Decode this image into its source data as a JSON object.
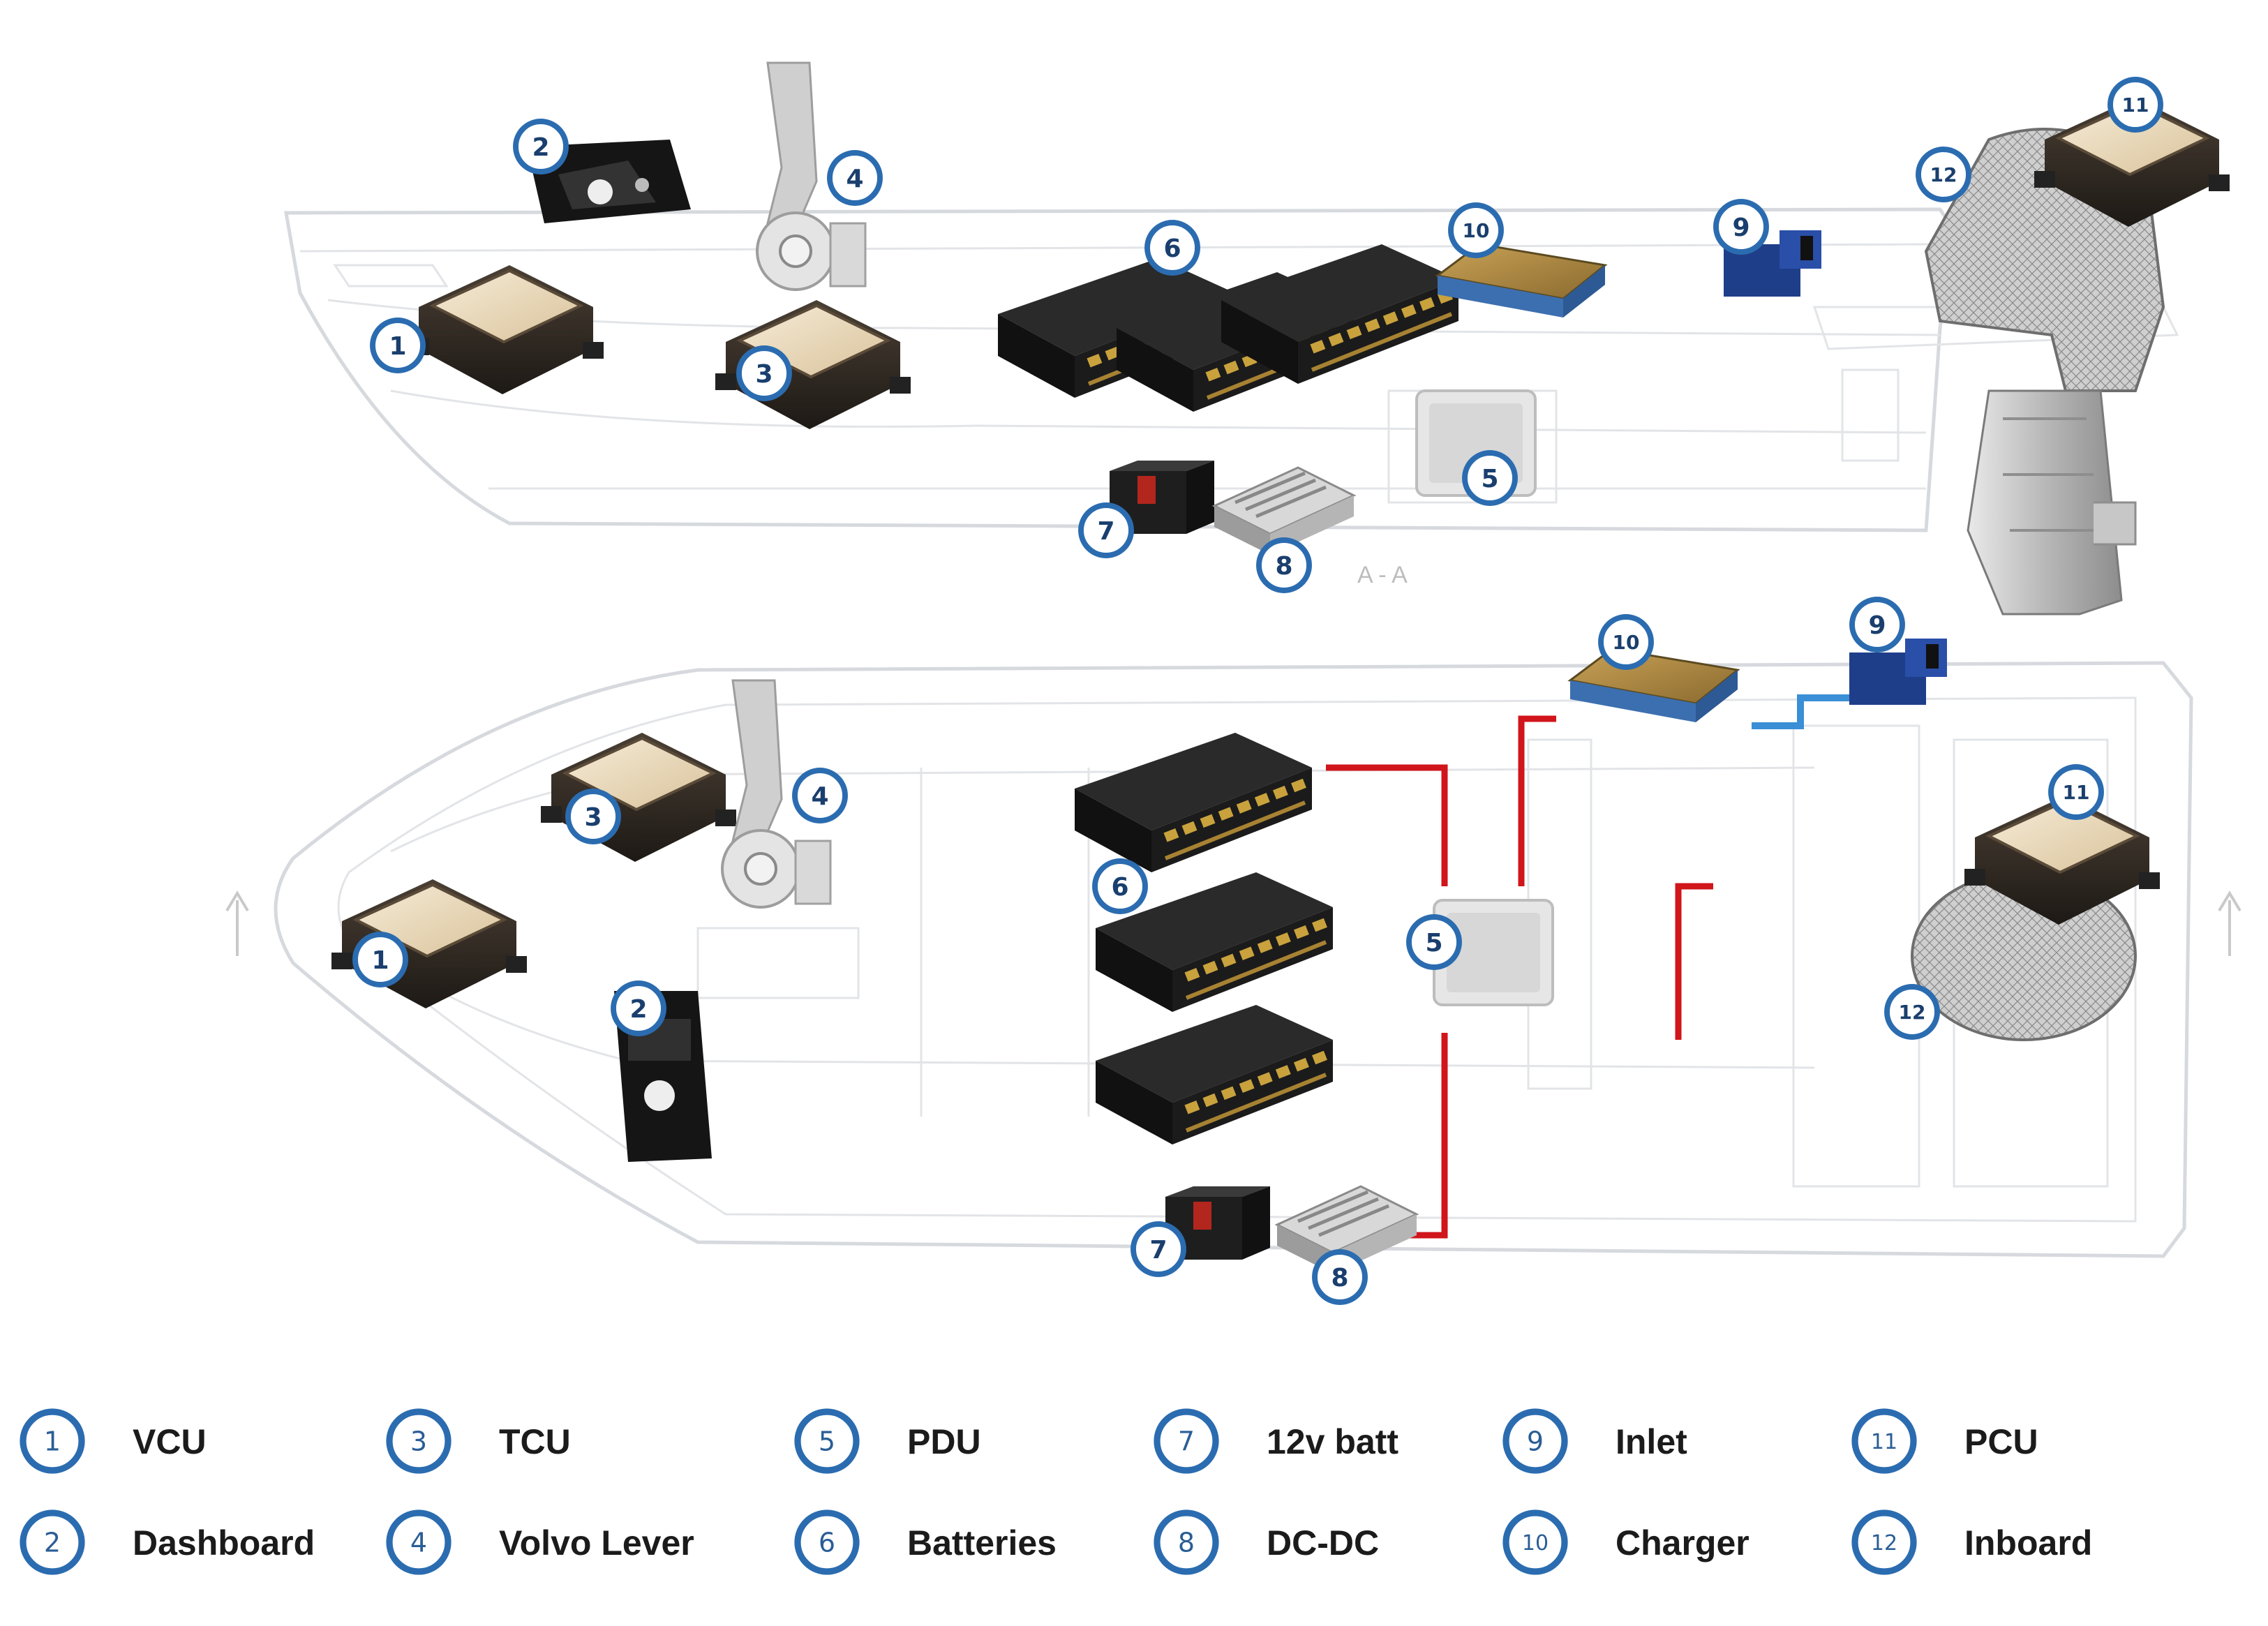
{
  "section_label": "A - A",
  "top_view_markers": [
    "1",
    "2",
    "3",
    "4",
    "5",
    "6",
    "7",
    "8",
    "9",
    "10",
    "11",
    "12"
  ],
  "plan_view_markers": [
    "1",
    "2",
    "3",
    "4",
    "5",
    "6",
    "7",
    "8",
    "9",
    "10",
    "11",
    "12"
  ],
  "legend": [
    {
      "num": "1",
      "label": "VCU"
    },
    {
      "num": "2",
      "label": "Dashboard"
    },
    {
      "num": "3",
      "label": "TCU"
    },
    {
      "num": "4",
      "label": "Volvo Lever"
    },
    {
      "num": "5",
      "label": "PDU"
    },
    {
      "num": "6",
      "label": "Batteries"
    },
    {
      "num": "7",
      "label": "12v batt"
    },
    {
      "num": "8",
      "label": "DC-DC"
    },
    {
      "num": "9",
      "label": "Inlet"
    },
    {
      "num": "10",
      "label": "Charger"
    },
    {
      "num": "11",
      "label": "PCU"
    },
    {
      "num": "12",
      "label": "Inboard"
    }
  ],
  "colors": {
    "marker_ring": "#2b6cb0",
    "hv_cable": "#d0151b",
    "charge_cable": "#3a8fd6",
    "hull_line": "#d6d9dd"
  },
  "icons": {
    "control_unit": "ecu-module-icon",
    "battery_pack": "battery-pack-icon",
    "engine": "outboard-engine-icon",
    "lever": "throttle-lever-icon"
  }
}
